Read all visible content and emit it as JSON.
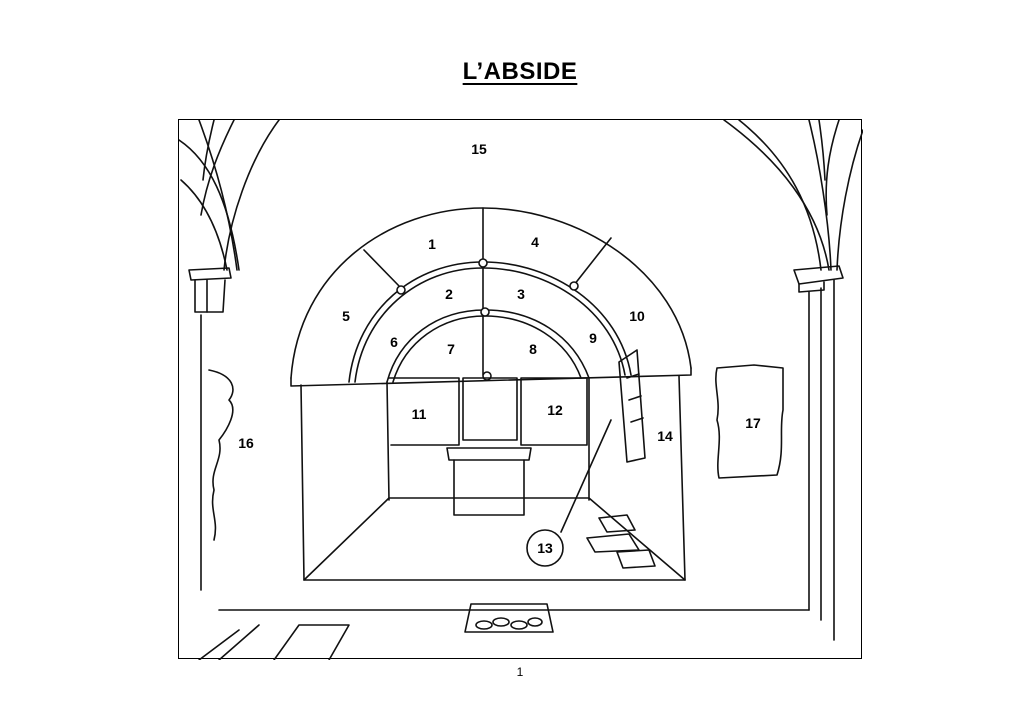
{
  "document": {
    "title": "L’ABSIDE",
    "page_number": "1"
  },
  "figure": {
    "labels": {
      "l1": "1",
      "l2": "2",
      "l3": "3",
      "l4": "4",
      "l5": "5",
      "l6": "6",
      "l7": "7",
      "l8": "8",
      "l9": "9",
      "l10": "10",
      "l11": "11",
      "l12": "12",
      "l13": "13",
      "l14": "14",
      "l15": "15",
      "l16": "16",
      "l17": "17"
    }
  }
}
